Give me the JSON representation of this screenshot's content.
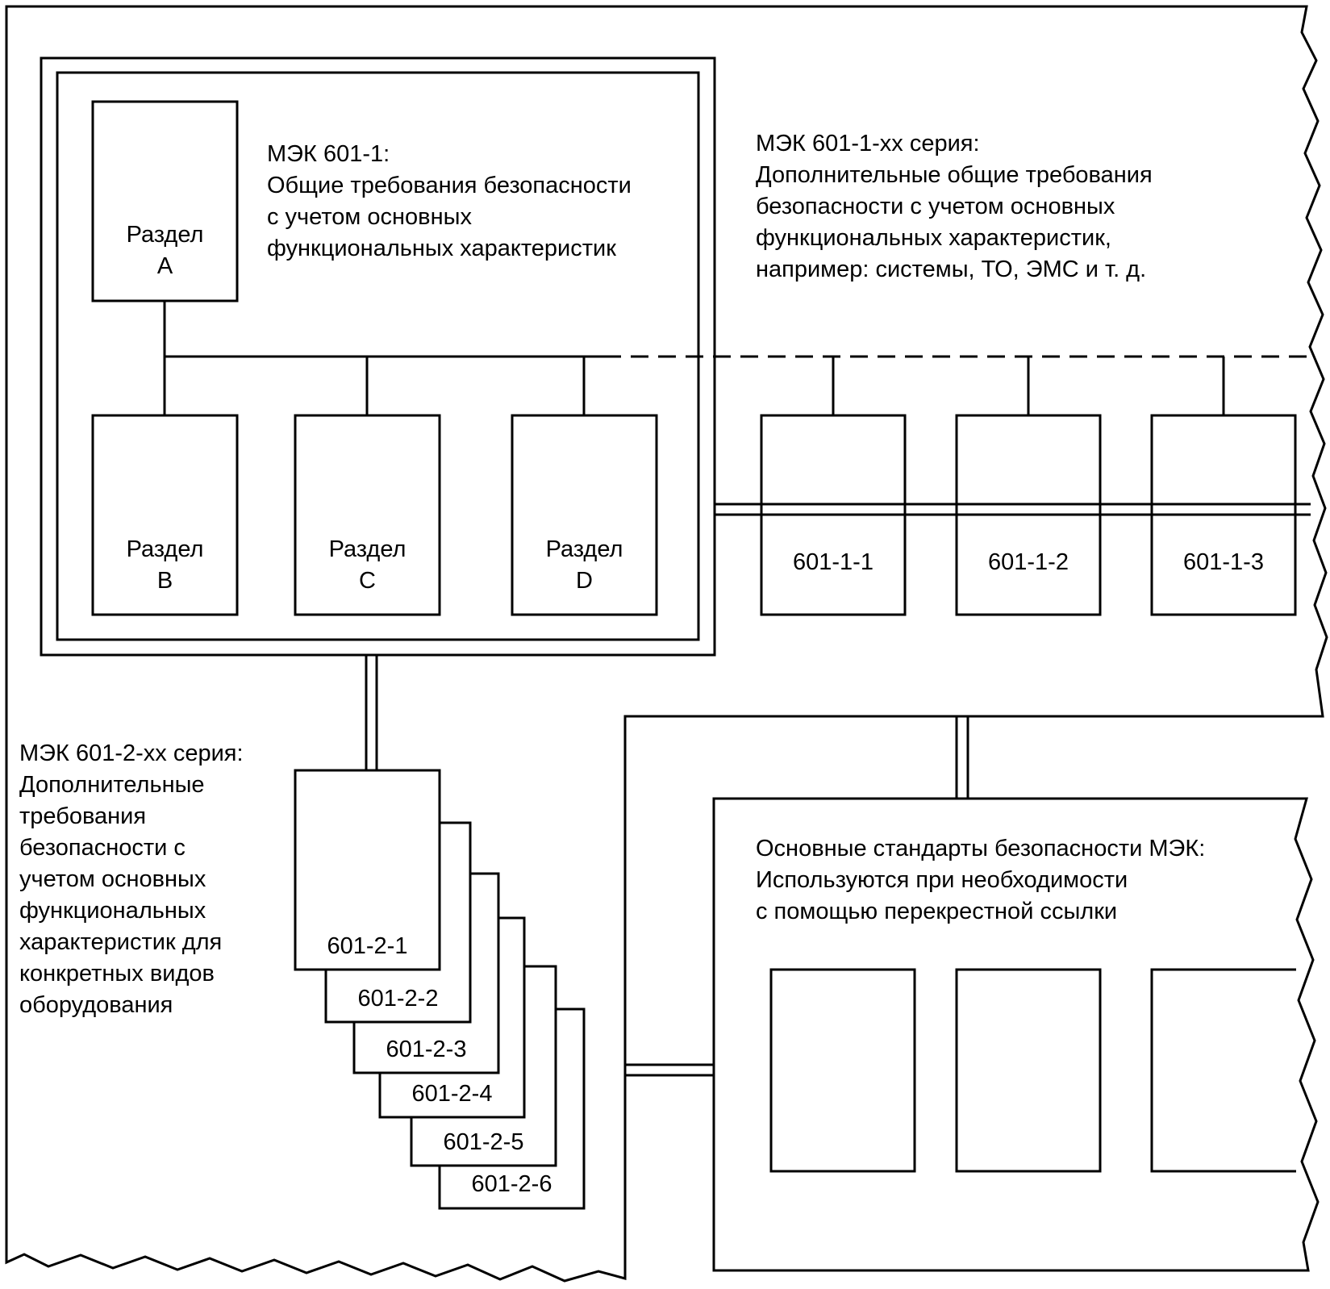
{
  "colors": {
    "line": "#000000",
    "background": "#ffffff"
  },
  "core_standard": {
    "heading": "МЭК 601-1:\nОбщие требования безопасности\nс учетом основных\nфункциональных характеристик",
    "sections": [
      {
        "label": "Раздел\nA"
      },
      {
        "label": "Раздел\nB"
      },
      {
        "label": "Раздел\nC"
      },
      {
        "label": "Раздел\nD"
      }
    ]
  },
  "collateral_series": {
    "heading": "МЭК 601-1-хх серия:\nДополнительные общие требования\nбезопасности с учетом основных\nфункциональных характеристик,\nнапример: системы, ТО, ЭМС и т. д.",
    "items": [
      "601-1-1",
      "601-1-2",
      "601-1-3"
    ]
  },
  "particular_series": {
    "heading": "МЭК 601-2-хх серия:\nДополнительные\nтребования\nбезопасности с\nучетом основных\nфункциональных\nхарактеристик для\nконкретных видов\nоборудования",
    "items": [
      "601-2-1",
      "601-2-2",
      "601-2-3",
      "601-2-4",
      "601-2-5",
      "601-2-6"
    ]
  },
  "basic_standards": {
    "heading": "Основные стандарты безопасности МЭК:\nИспользуются при необходимости\nс помощью перекрестной ссылки"
  }
}
